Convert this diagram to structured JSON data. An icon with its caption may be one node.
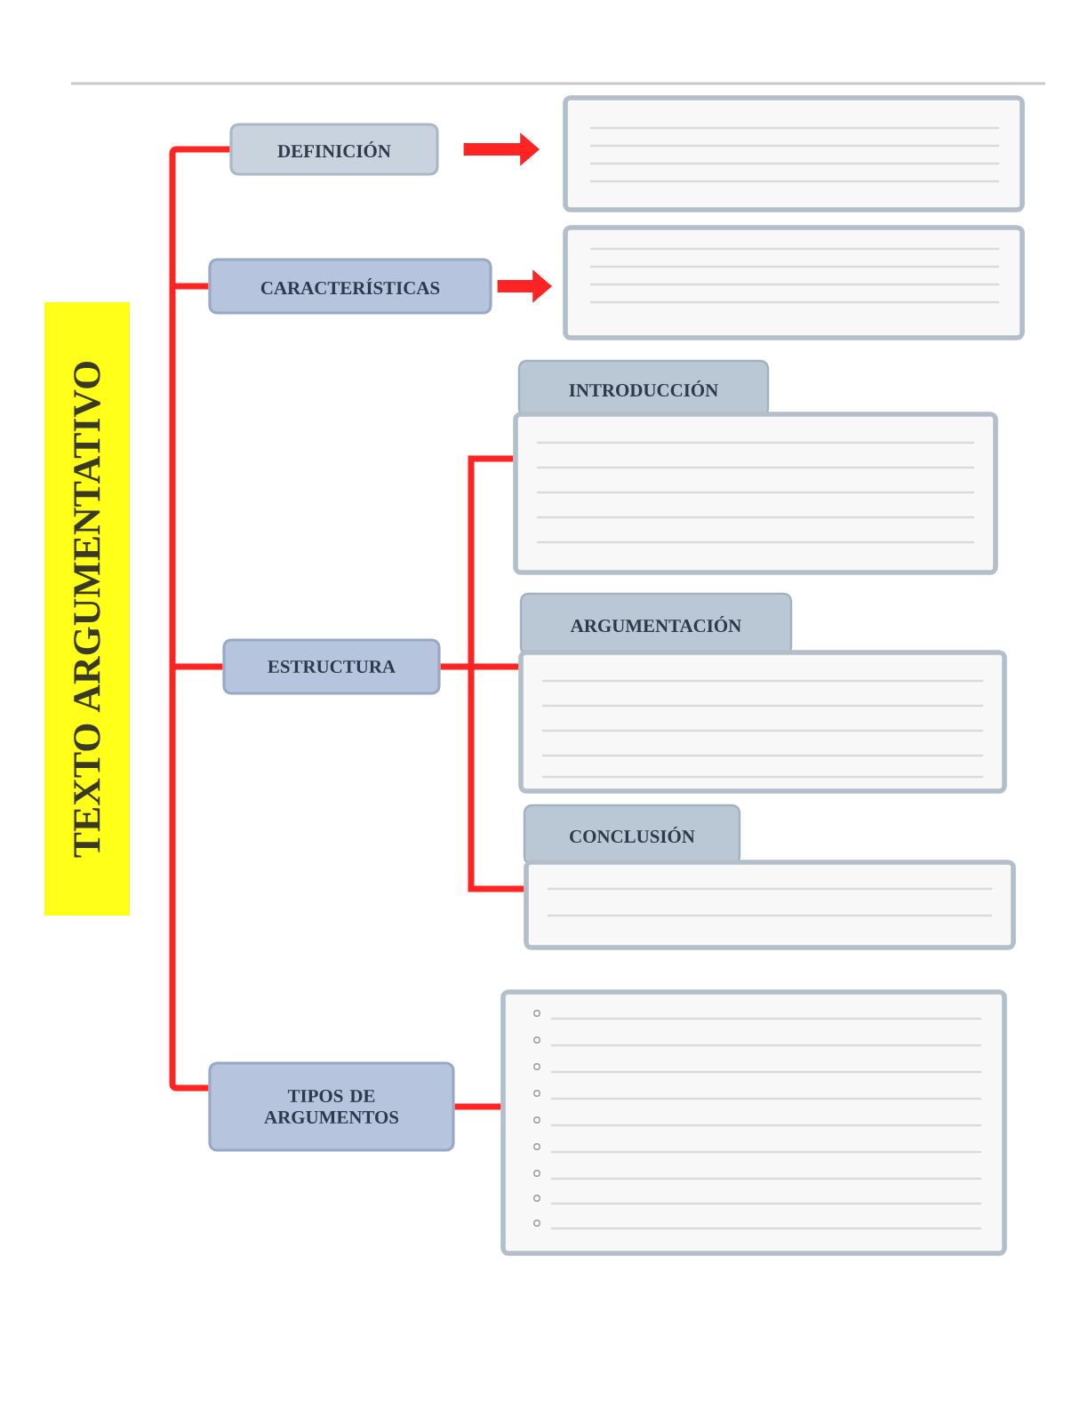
{
  "diagram": {
    "nodes": [
      {
        "text": [
          "TEXTO ARGUMENTATIVO"
        ]
      },
      {
        "text": [
          "DEFINICIÓN"
        ]
      },
      {
        "text": [],
        "shape": "box"
      },
      {
        "text": [
          "CARACTERÍSTICAS"
        ]
      },
      {
        "text": [],
        "shape": "box"
      },
      {
        "text": [
          "ESTRUCTURA"
        ]
      },
      {
        "text": [
          "INTRODUCCIÓN"
        ]
      },
      {
        "text": [],
        "shape": "box"
      },
      {
        "text": [
          "ARGUMENTACIÓN"
        ]
      },
      {
        "text": [],
        "shape": "box"
      },
      {
        "text": [
          "CONCLUSIÓN"
        ]
      },
      {
        "text": [],
        "shape": "box"
      },
      {
        "text": [
          "TIPOS DE ARGUMENTOS"
        ]
      },
      {
        "text": [],
        "shape": "box"
      }
    ],
    "edges": [
      {
        "from": 1,
        "to": 2,
        "arrow": "to",
        "style": "thick"
      },
      {
        "from": 3,
        "to": 4,
        "arrow": "to",
        "style": "thick"
      },
      {
        "from": 5,
        "to": 7,
        "arrow": "none"
      },
      {
        "from": 5,
        "to": 9,
        "arrow": "none"
      },
      {
        "from": 5,
        "to": 11,
        "arrow": "none"
      },
      {
        "from": 12,
        "to": 13,
        "arrow": "none"
      }
    ]
  }
}
